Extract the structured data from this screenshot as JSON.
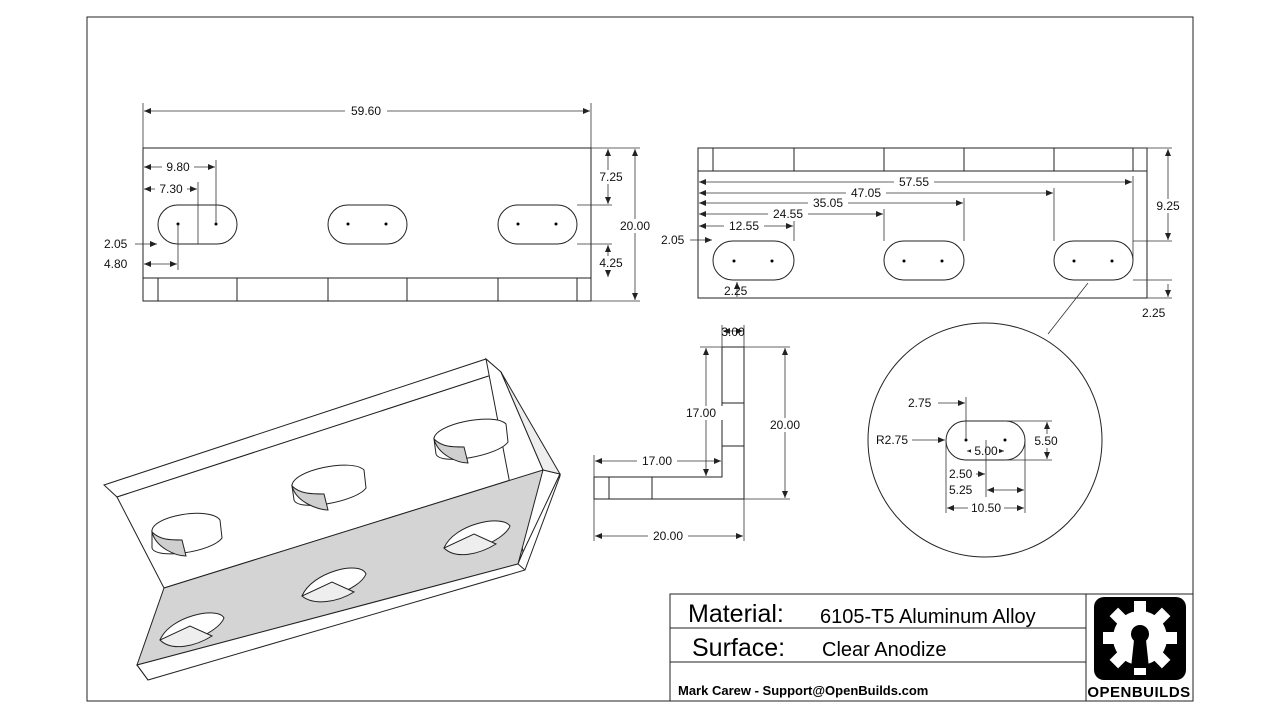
{
  "title_block": {
    "material_label": "Material:",
    "material_value": "6105-T5 Aluminum Alloy",
    "surface_label": "Surface:",
    "surface_value": "Clear Anodize",
    "author": "Mark Carew - Support@OpenBuilds.com",
    "logo_text": "OPENBUILDS"
  },
  "front_view": {
    "overall_length": "59.60",
    "hole1_outer": "9.80",
    "hole1_inner": "7.30",
    "left_offset_a": "2.05",
    "left_offset_b": "4.80",
    "top_offset": "7.25",
    "height": "20.00",
    "bottom_offset": "4.25"
  },
  "top_view": {
    "d1": "57.55",
    "d2": "47.05",
    "d3": "35.05",
    "d4": "24.55",
    "d5": "12.55",
    "left": "2.05",
    "right": "9.25",
    "bottom_a": "2.25",
    "bottom_b": "2.25"
  },
  "side_view": {
    "thickness": "3.00",
    "inner_v": "17.00",
    "outer_v": "20.00",
    "inner_h": "17.00",
    "outer_h": "20.00"
  },
  "detail_view": {
    "d_275": "2.75",
    "radius": "R2.75",
    "d_500": "5.00",
    "d_550": "5.50",
    "d_250": "2.50",
    "d_525": "5.25",
    "d_1050": "10.50"
  },
  "colors": {
    "line": "#222222",
    "shade": "#d4d4d4",
    "face": "#ffffff"
  }
}
